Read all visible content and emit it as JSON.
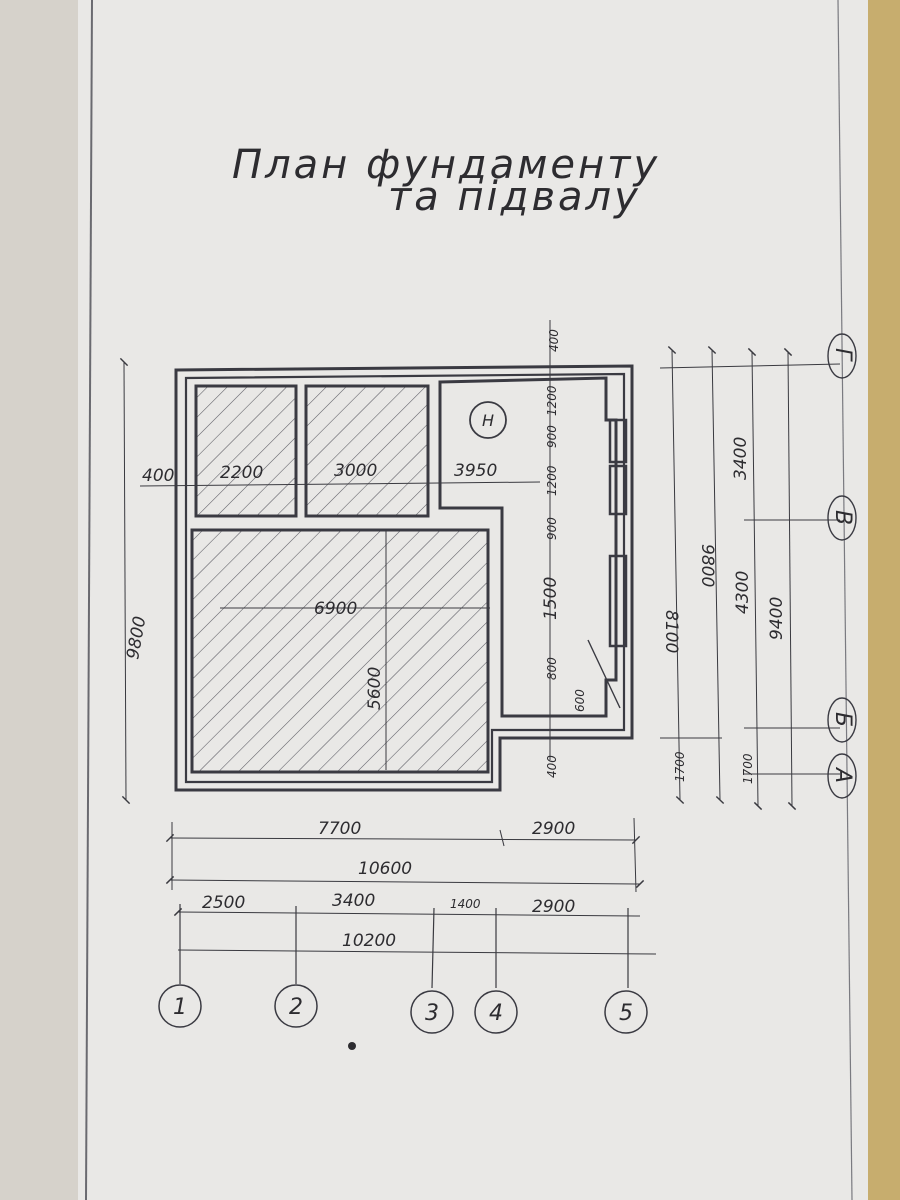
{
  "title": {
    "line1": "План фундаменту",
    "line2": "та підвалу"
  },
  "room_label": "Н",
  "dimensions": {
    "left_height": "9800",
    "left_offset": "400",
    "room_widths": [
      "2200",
      "3000",
      "3950"
    ],
    "big_room_width": "6900",
    "big_room_height": "5600",
    "right_wall_top": "400",
    "right_wall_bottom": "400",
    "vertical_chain": [
      "1200",
      "900",
      "1200",
      "900",
      "1500",
      "800",
      "600"
    ],
    "right_8100": "8100",
    "right_9800": "9800",
    "right_1700_a": "1700",
    "right_3400": "3400",
    "right_4300": "4300",
    "right_9400": "9400",
    "right_1700_b": "1700",
    "bottom_row1_a": "7700",
    "bottom_row1_b": "2900",
    "bottom_row2": "10600",
    "axis_spacing": [
      "2500",
      "3400",
      "1400",
      "2900"
    ],
    "axis_total": "10200"
  },
  "axes_x": [
    "1",
    "2",
    "3",
    "4",
    "5"
  ],
  "axes_y": [
    "Г",
    "В",
    "Б",
    "А"
  ]
}
